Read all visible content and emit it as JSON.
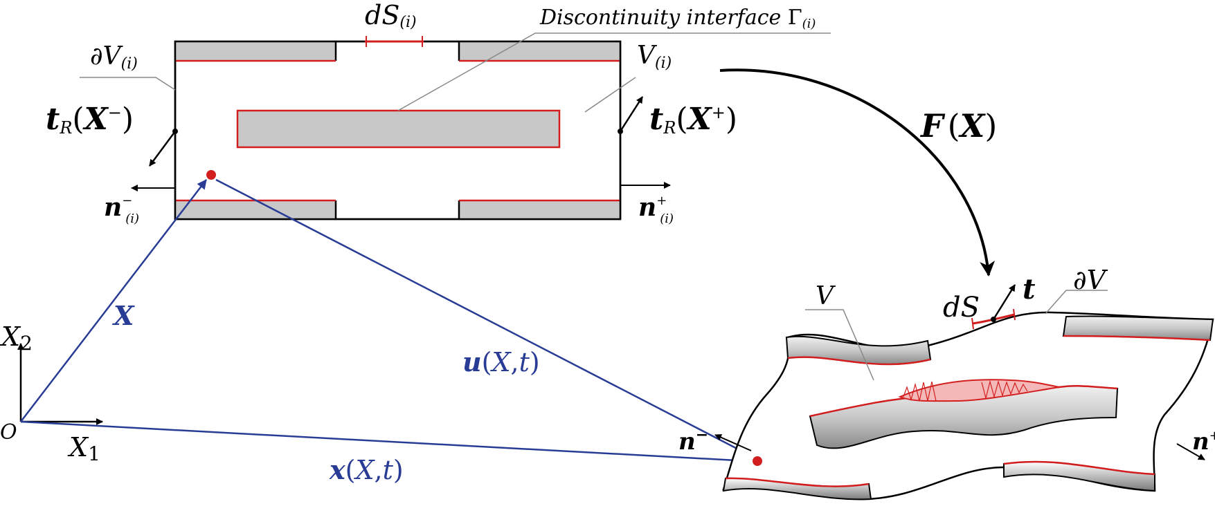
{
  "diagram": {
    "colors": {
      "black": "#000000",
      "red": "#d21e1e",
      "blue": "#283c96",
      "gray": "#c8c8c8",
      "leader": "#888888"
    },
    "labels": {
      "dS_i": {
        "main": "dS",
        "sub": "(i)"
      },
      "interface": {
        "text": "Discontinuity interface ",
        "gamma": "Γ",
        "sub": "(i)"
      },
      "dV_i": {
        "main": "∂V",
        "sub": "(i)"
      },
      "V_i": {
        "main": "V",
        "sub": "(i)"
      },
      "tR_minus": {
        "t": "t",
        "R": "R",
        "open": "(",
        "X": "X",
        "sup": "−",
        "close": ")"
      },
      "tR_plus": {
        "t": "t",
        "R": "R",
        "open": "(",
        "X": "X",
        "sup": "+",
        "close": ")"
      },
      "n_minus_i": {
        "n": "n",
        "sup": "−",
        "sub": "(i)"
      },
      "n_plus_i": {
        "n": "n",
        "sup": "+",
        "sub": "(i)"
      },
      "F_X": {
        "F": "F",
        "open": "(",
        "X": "X",
        "close": ")"
      },
      "X_vec": "X",
      "X2": {
        "main": "X",
        "sub": "2"
      },
      "X1": {
        "main": "X",
        "sub": "1"
      },
      "O": "O",
      "u": {
        "u": "u",
        "open": "(",
        "X": "X",
        "comma": ",",
        "t": "t",
        "close": ")"
      },
      "x": {
        "x": "x",
        "open": "(",
        "X": "X",
        "comma": ",",
        "t": "t",
        "close": ")"
      },
      "dS": "dS",
      "t": "t",
      "dV": "∂V",
      "V": "V",
      "n_minus": {
        "n": "n",
        "sup": "−"
      },
      "n_plus": {
        "n": "n",
        "sup": "+"
      }
    }
  }
}
